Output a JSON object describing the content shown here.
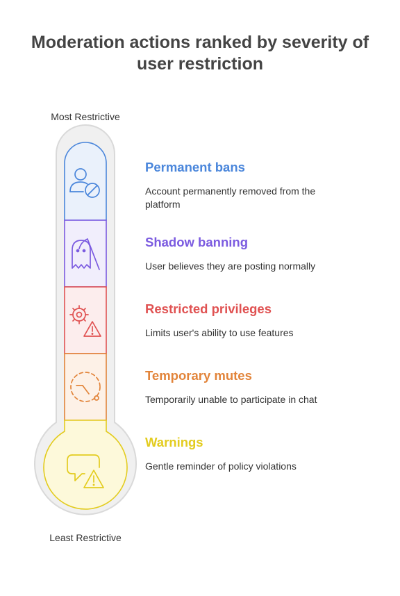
{
  "title": "Moderation actions ranked by severity of user restriction",
  "top_label": "Most Restrictive",
  "bottom_label": "Least Restrictive",
  "levels": [
    {
      "title": "Permanent bans",
      "description": "Account permanently removed from the platform",
      "color": "#4A86DB",
      "fill": "#EAF1FB",
      "icon": "user-blocked-icon"
    },
    {
      "title": "Shadow banning",
      "description": "User believes they are posting normally",
      "color": "#7B5BE0",
      "fill": "#F1EEFC",
      "icon": "ghost-scythe-icon"
    },
    {
      "title": "Restricted privileges",
      "description": "Limits user's ability to use features",
      "color": "#E05252",
      "fill": "#FCEDED",
      "icon": "gear-warning-icon"
    },
    {
      "title": "Temporary mutes",
      "description": "Temporarily unable to participate in chat",
      "color": "#E2843A",
      "fill": "#FDF1E7",
      "icon": "timer-icon"
    },
    {
      "title": "Warnings",
      "description": "Gentle reminder of policy violations",
      "color": "#E3CC1F",
      "fill": "#FDF9DA",
      "icon": "chat-warning-icon"
    }
  ]
}
